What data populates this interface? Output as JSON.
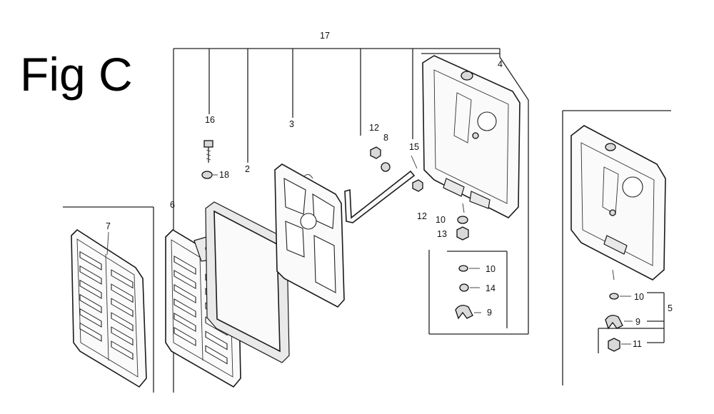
{
  "figure": {
    "title": "Fig C",
    "callouts": {
      "c17": "17",
      "c4": "4",
      "c16": "16",
      "c18": "18",
      "c3": "3",
      "c2": "2",
      "c6": "6",
      "c7": "7",
      "c12a": "12",
      "c8": "8",
      "c15": "15",
      "c12b": "12",
      "c10a": "10",
      "c13": "13",
      "c10b": "10",
      "c14": "14",
      "c9a": "9",
      "c10c": "10",
      "c9b": "9",
      "c11": "11",
      "c5": "5"
    }
  }
}
